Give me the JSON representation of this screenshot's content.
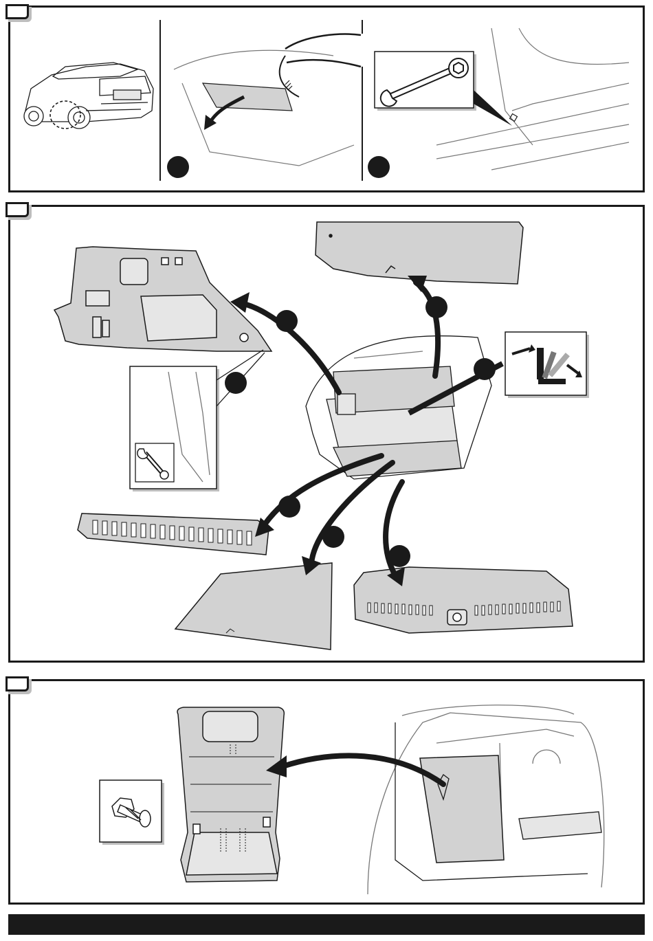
{
  "colors": {
    "outline": "#1a1a1a",
    "part_fill": "#d2d2d2",
    "part_fill_light": "#e6e6e6",
    "arrow": "#1a1a1a",
    "marker": "#1a1a1a",
    "panel_background": "#ffffff",
    "shadow": "#bdbdbd"
  },
  "panels": [
    {
      "id": "step-1",
      "description_icons": [
        "car-rear-three-quarter-view",
        "sill-trim-removal",
        "wrench-icon"
      ]
    },
    {
      "id": "step-2",
      "description_icons": [
        "side-trim-panel",
        "parcel-shelf",
        "seat-fold-icon",
        "wrench-icon",
        "scuff-plate",
        "load-floor-board",
        "rear-bumper-trim"
      ]
    },
    {
      "id": "step-3",
      "description_icons": [
        "seatback-panel",
        "bolt-icon",
        "boot-interior-view"
      ]
    }
  ],
  "footer": {
    "text": ""
  }
}
